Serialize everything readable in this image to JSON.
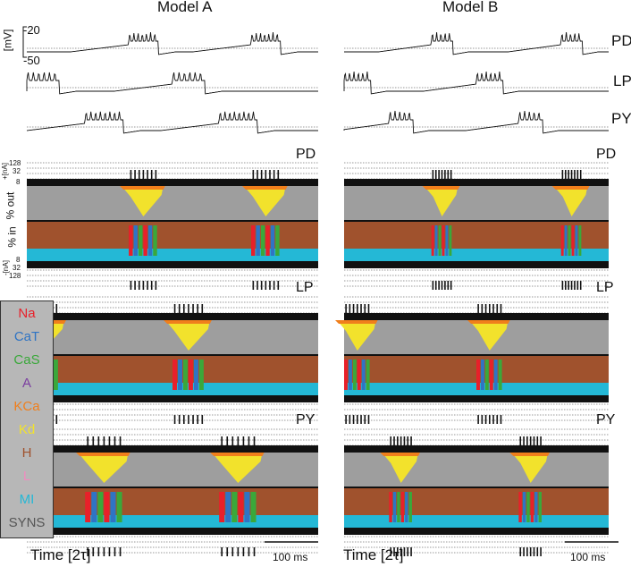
{
  "chart_data": {
    "type": "area",
    "panels": [
      {
        "title": "Model A"
      },
      {
        "title": "Model B"
      }
    ],
    "voltage_traces": {
      "cells": [
        "PD",
        "LP",
        "PY"
      ],
      "yunit_label": "[mV]",
      "ytick_top": "-20",
      "ytick_bottom": "-50"
    },
    "current_scape": {
      "cells": [
        "PD",
        "LP",
        "PY"
      ],
      "outward_label": "% out",
      "inward_label": "% in",
      "outward_unit": "+[nA]",
      "inward_unit": "-[nA]",
      "outward_ticks": [
        "128",
        "32",
        "8"
      ],
      "inward_ticks": [
        "8",
        "32",
        "128"
      ]
    },
    "legend": [
      {
        "name": "Na",
        "color": "#e8202a"
      },
      {
        "name": "CaT",
        "color": "#2f74c4"
      },
      {
        "name": "CaS",
        "color": "#3aa83a"
      },
      {
        "name": "A",
        "color": "#7b3fa0"
      },
      {
        "name": "KCa",
        "color": "#f07f1c"
      },
      {
        "name": "Kd",
        "color": "#f2e22c"
      },
      {
        "name": "H",
        "color": "#a0522d"
      },
      {
        "name": "L",
        "color": "#f08cc0"
      },
      {
        "name": "MI",
        "color": "#24b8d6"
      },
      {
        "name": "SYNS",
        "color": "#555555"
      }
    ],
    "xlabel": "Time [2τ]",
    "scalebar": "100 ms",
    "fill_colors": {
      "syns": "#9e9e9e",
      "h": "#a0522d",
      "mi": "#24b8d6",
      "kd": "#f2e22c",
      "kca": "#f07f1c",
      "l": "#f08cc0"
    }
  }
}
